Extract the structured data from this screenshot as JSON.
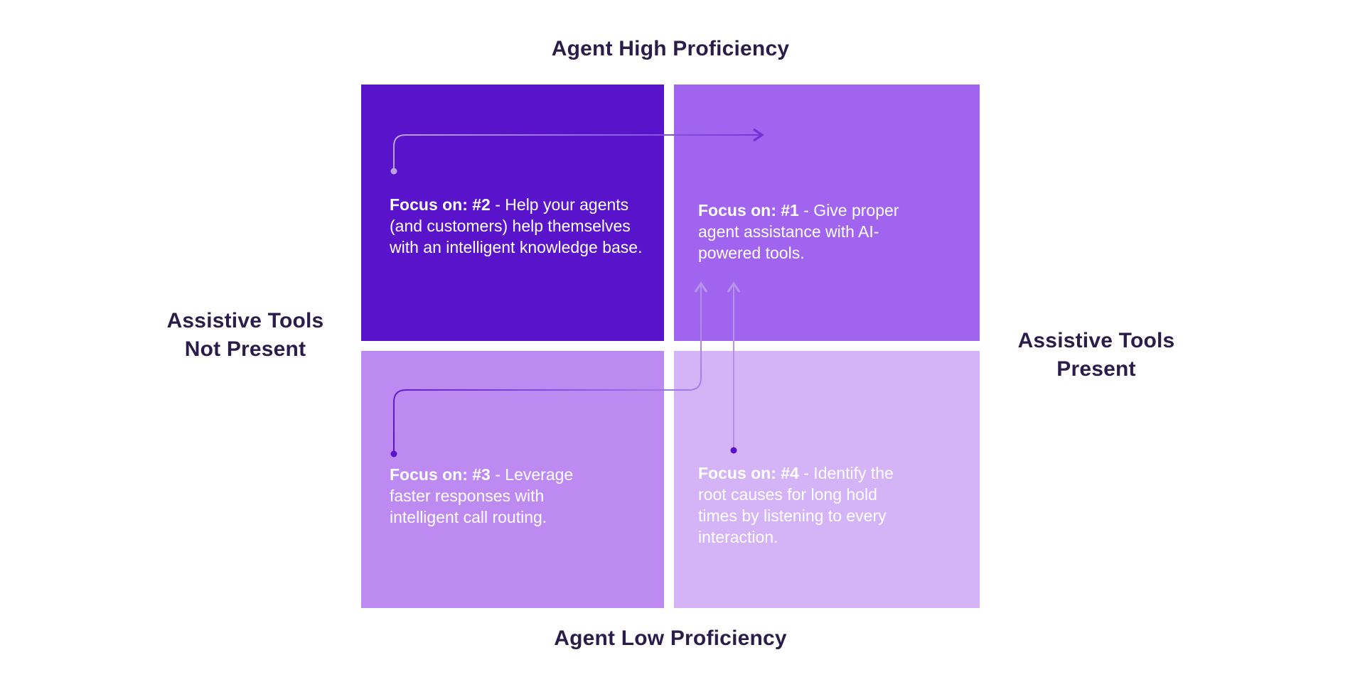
{
  "diagram": {
    "title_top": "Agent High Proficiency",
    "title_bottom": "Agent Low Proficiency",
    "label_left": "Assistive Tools Not Present",
    "label_right": "Assistive Tools Present",
    "quadrants": {
      "top_left": {
        "focus": "Focus on: #2",
        "text": "- Help your agents (and customers) help themselves with an intelligent knowledge base.",
        "color": "#5914cb"
      },
      "top_right": {
        "focus": "Focus on: #1",
        "text": "- Give proper agent assistance with AI-powered tools.",
        "color": "#a164ee"
      },
      "bottom_left": {
        "focus": "Focus on: #3",
        "text": "- Leverage faster responses with intelligent call routing.",
        "color": "#bc8af1"
      },
      "bottom_right": {
        "focus": "Focus on: #4",
        "text": "- Identify the root causes for long hold times by listening to every interaction.",
        "color": "#d4b4f7"
      }
    },
    "colors": {
      "background": "#ffffff",
      "heading_text": "#2b1d4a",
      "quadrant_text": "#ffffff",
      "arrow_dark": "#7431d8",
      "arrow_light": "#b793ec",
      "dot_dark": "#5a13c8",
      "dot_light": "#b9a4ec"
    }
  }
}
